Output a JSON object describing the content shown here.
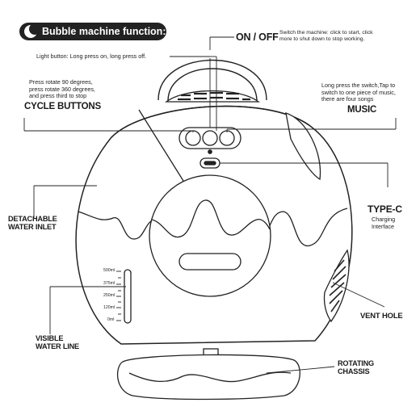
{
  "title": "Bubble machine function:",
  "labels": {
    "on_off": "ON / OFF",
    "on_off_desc": [
      "Switch the machine: click to start, click",
      "more to shut down to stop working."
    ],
    "light_button": "Light button: Long press on, long press off.",
    "cycle_desc": [
      "Press rotate 90 degrees,",
      "press rotate 360 degrees,",
      "and press third to stop"
    ],
    "cycle_buttons": "CYCLE BUTTONS",
    "music_desc": [
      "Long press the switch,Tap to",
      "switch to one piece of music,",
      "there are four songs"
    ],
    "music": "MUSIC",
    "detachable": [
      "DETACHABLE",
      "WATER INLET"
    ],
    "type_c": "TYPE-C",
    "type_c_desc": [
      "Charging",
      "Interface"
    ],
    "vent_hole": "VENT HOLE",
    "visible_water": [
      "VISIBLE",
      "WATER LINE"
    ],
    "rotating": [
      "ROTATING",
      "CHASSIS"
    ]
  },
  "gauge": [
    "500ml",
    "375ml",
    "250ml",
    "120ml",
    "0ml"
  ],
  "icons": [
    "moon-icon"
  ]
}
